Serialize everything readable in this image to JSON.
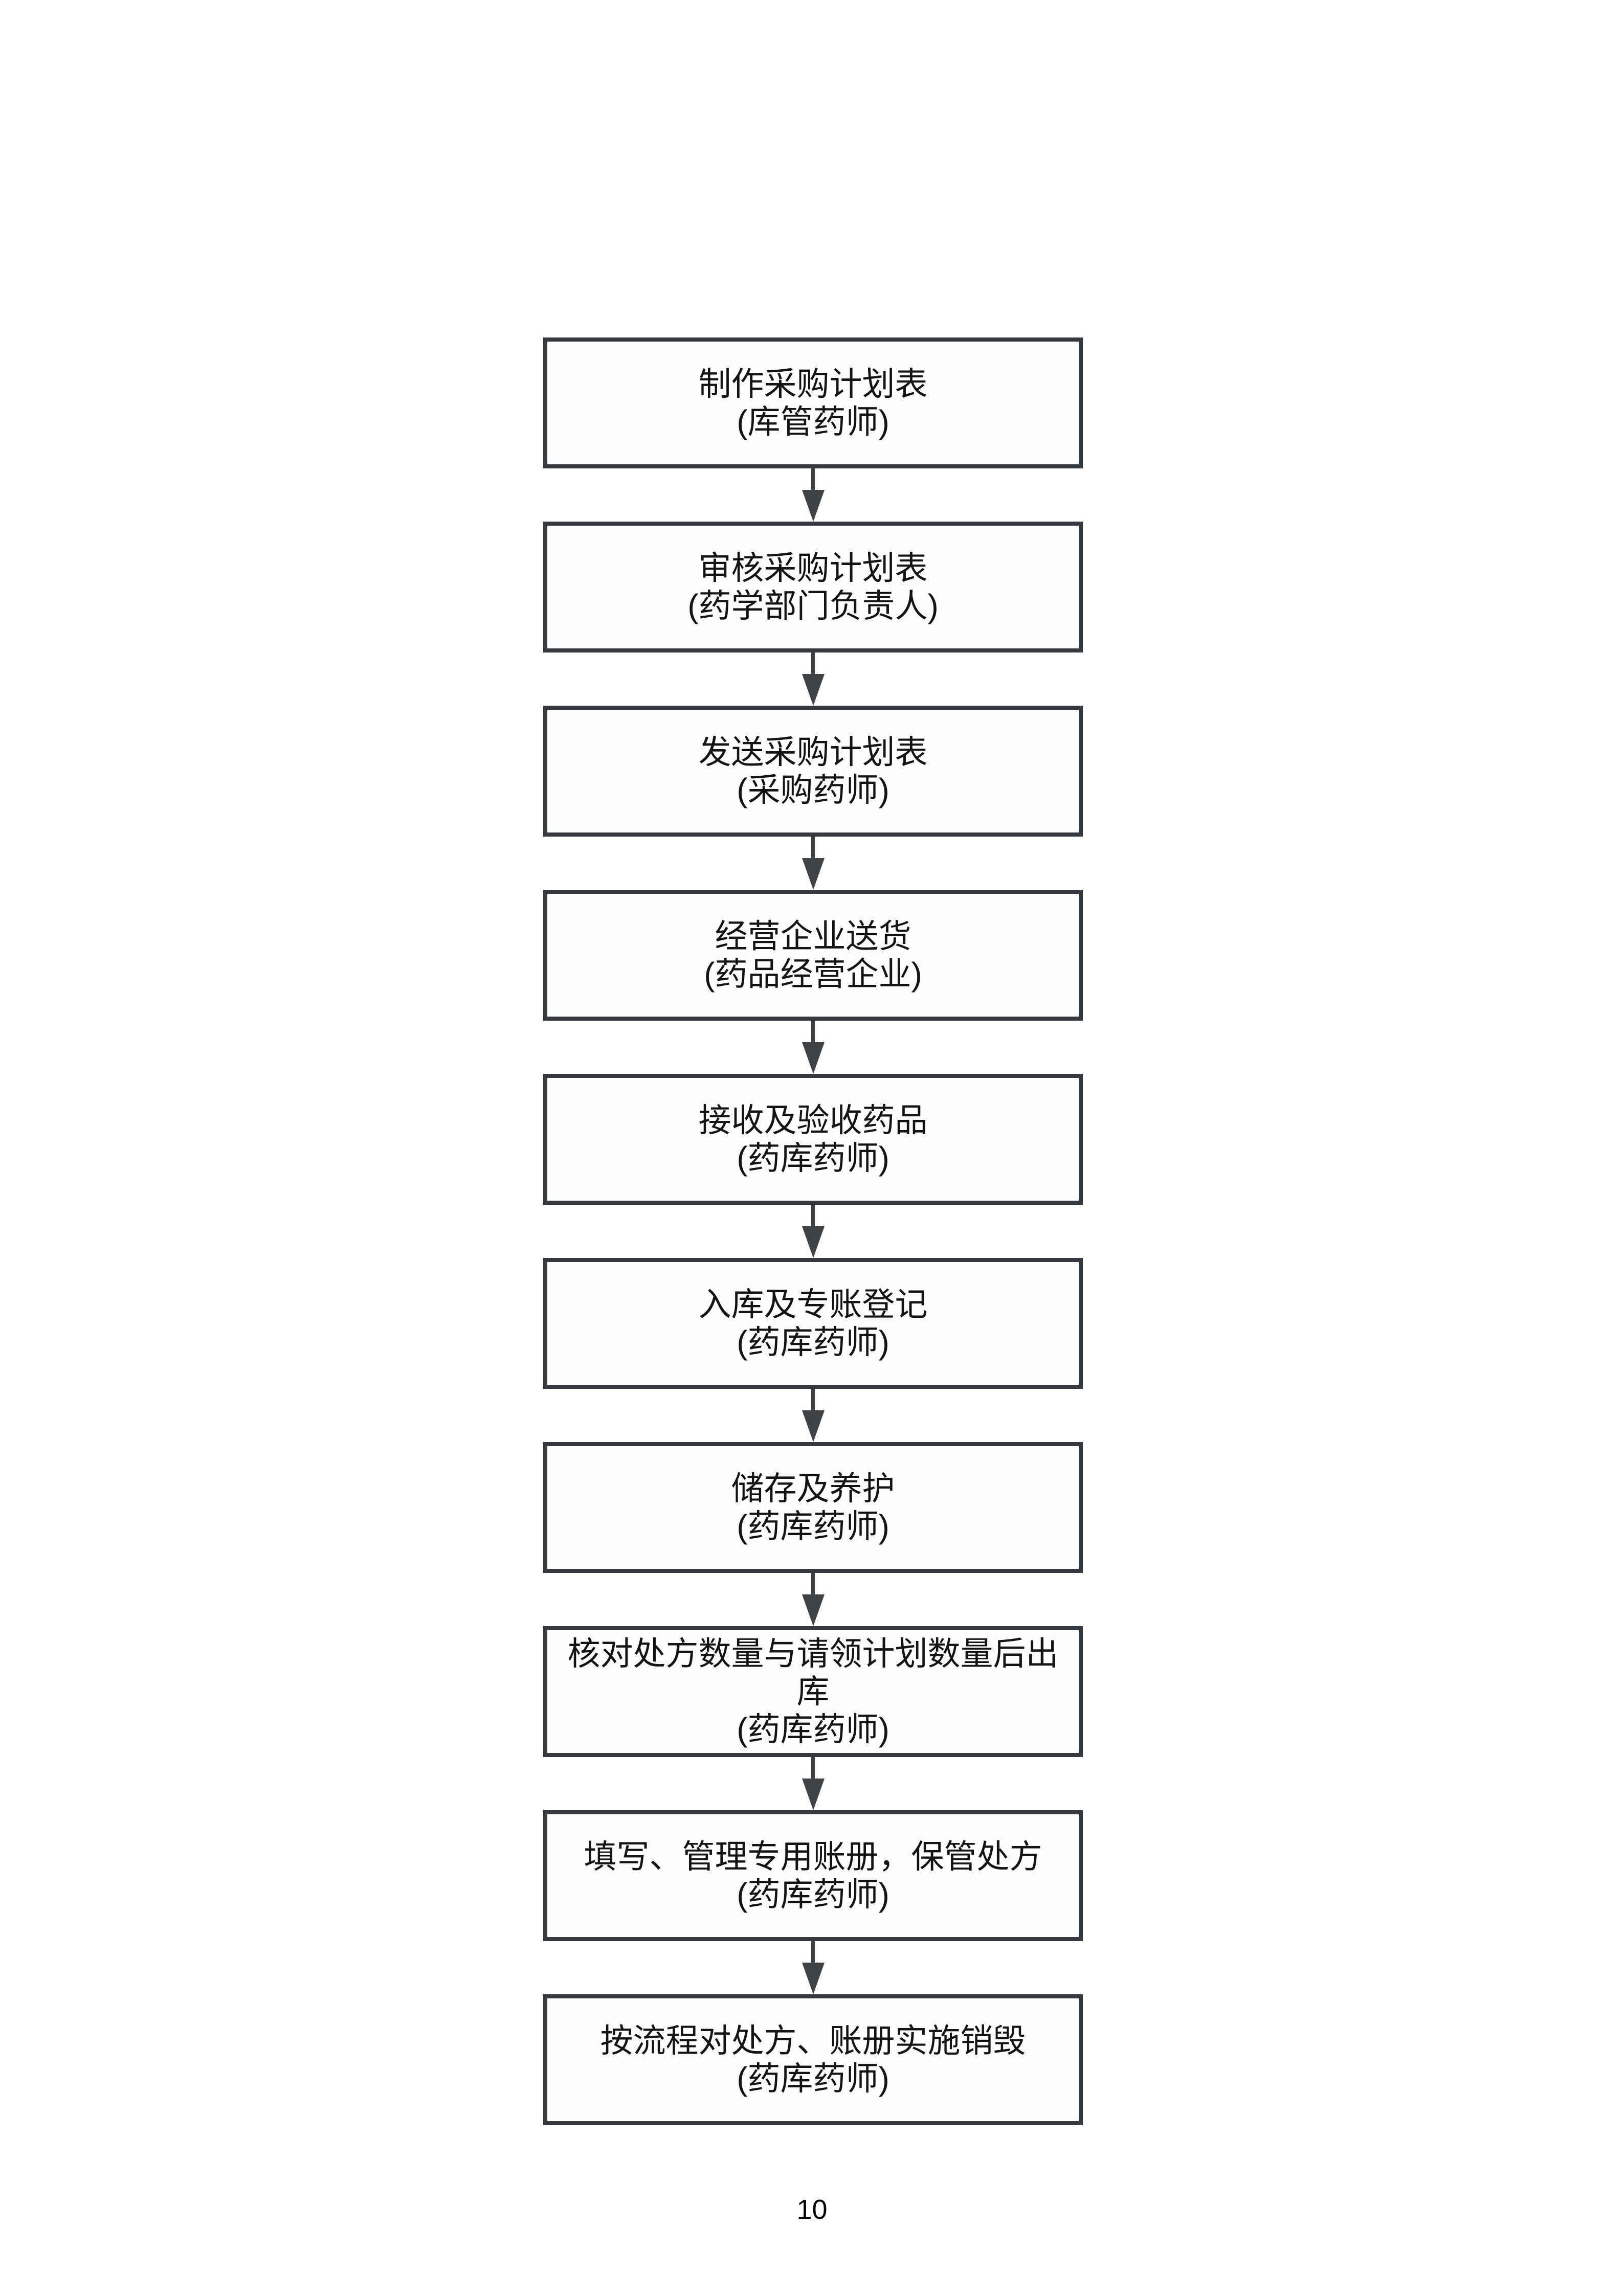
{
  "page": {
    "number": "10"
  },
  "flowchart": {
    "steps": [
      {
        "action": "制作采购计划表",
        "role": "(库管药师)"
      },
      {
        "action": "审核采购计划表",
        "role": "(药学部门负责人)"
      },
      {
        "action": "发送采购计划表",
        "role": "(采购药师)"
      },
      {
        "action": "经营企业送货",
        "role": "(药品经营企业)"
      },
      {
        "action": "接收及验收药品",
        "role": "(药库药师)"
      },
      {
        "action": "入库及专账登记",
        "role": "(药库药师)"
      },
      {
        "action": "储存及养护",
        "role": "(药库药师)"
      },
      {
        "action": "核对处方数量与请领计划数量后出库",
        "role": "(药库药师)"
      },
      {
        "action": "填写、管理专用账册，保管处方",
        "role": "(药库药师)"
      },
      {
        "action": "按流程对处方、账册实施销毁",
        "role": "(药库药师)"
      }
    ]
  }
}
